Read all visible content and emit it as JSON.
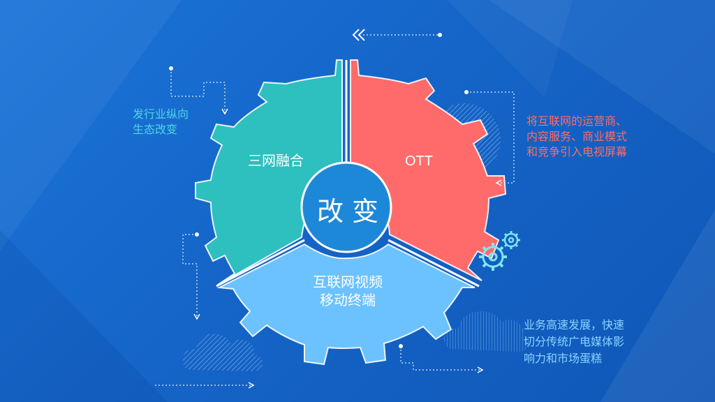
{
  "diagram": {
    "center": "改变",
    "segments": [
      {
        "label": "三网融合"
      },
      {
        "label": "OTT"
      },
      {
        "label_line1": "互联网视频",
        "label_line2": "移动终端"
      }
    ],
    "notes": {
      "left": {
        "line1": "发行业纵向",
        "line2": "生态改变"
      },
      "right": {
        "line1": "将互联网的运营商、",
        "line2": "内容服务、商业模式",
        "line3": "和竞争引入电视屏幕"
      },
      "bottom_right": {
        "line1": "业务高速发展，快速",
        "line2": "切分传统广电媒体影",
        "line3": "响力和市场蛋糕"
      }
    }
  },
  "colors": {
    "teal": "#2ebfbf",
    "red": "#ff6b6b",
    "light_blue": "#6cc2ff",
    "center": "#1e88d8",
    "note_left": "#4fd6e6",
    "note_right": "#ff6b6b",
    "note_bottom": "#8cd3ff"
  },
  "icons": [
    "gear-icon",
    "cloud-icon",
    "double-chevron-left-icon",
    "dotted-arrow-icon"
  ]
}
